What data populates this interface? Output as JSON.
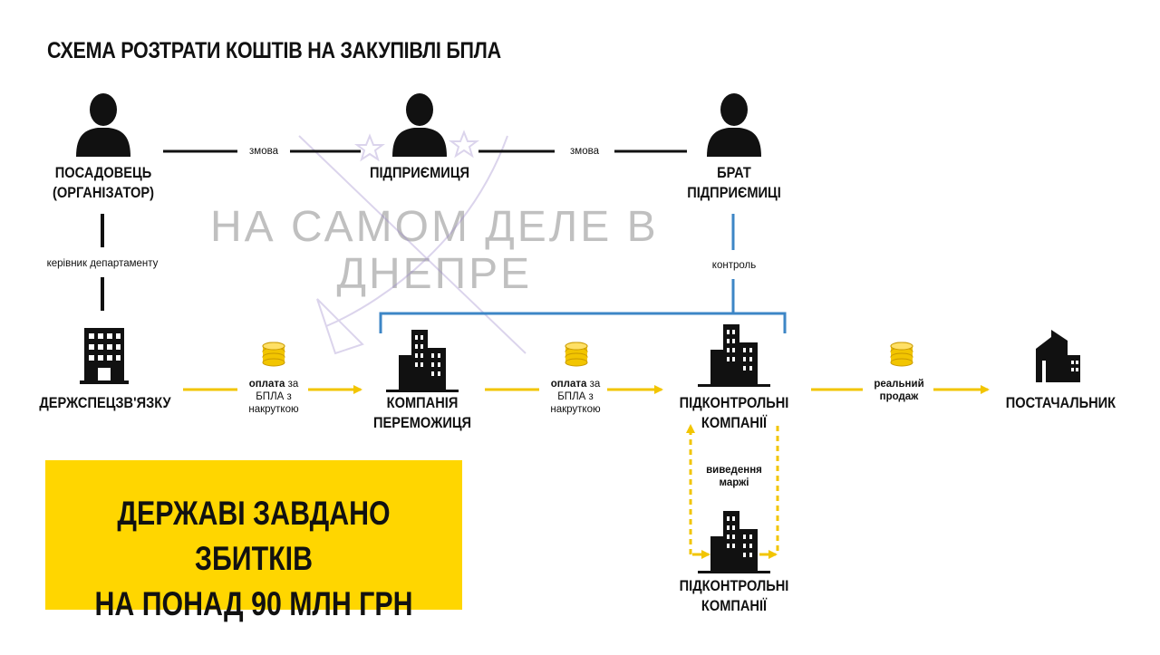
{
  "title": "СХЕМА РОЗТРАТИ КОШТІВ НА ЗАКУПІВЛІ  БПЛА",
  "watermark": {
    "line1": "НА САМОМ ДЕЛЕ В",
    "line2": "ДНЕПРЕ"
  },
  "nodes": {
    "official": {
      "line1": "ПОСАДОВЕЦЬ",
      "line2": "(ОРГАНІЗАТОР)"
    },
    "entrepreneur": {
      "line1": "ПІДПРИЄМИЦЯ"
    },
    "brother": {
      "line1": "БРАТ",
      "line2": "ПІДПРИЄМИЦІ"
    },
    "agency": {
      "line1": "ДЕРЖСПЕЦЗВ'ЯЗКУ"
    },
    "winner": {
      "line1": "КОМПАНІЯ",
      "line2": "ПЕРЕМОЖИЦЯ"
    },
    "controlled1": {
      "line1": "ПІДКОНТРОЛЬНІ",
      "line2": "КОМПАНІЇ"
    },
    "supplier": {
      "line1": "ПОСТАЧАЛЬНИК"
    },
    "controlled2": {
      "line1": "ПІДКОНТРОЛЬНІ",
      "line2": "КОМПАНІЇ"
    }
  },
  "edges": {
    "collusion1": "змова",
    "collusion2": "змова",
    "head": "керівник департаменту",
    "control": "контроль",
    "pay1": {
      "bold": "оплата",
      "rest1": " за",
      "line2": "БПЛА з",
      "line3": "накруткою"
    },
    "pay2": {
      "bold": "оплата",
      "rest1": " за",
      "line2": "БПЛА з",
      "line3": "накруткою"
    },
    "sale": {
      "line1": "реальний",
      "line2": "продаж"
    },
    "margin": {
      "line1": "виведення",
      "line2": "маржі"
    }
  },
  "banner": {
    "line1": "ДЕРЖАВІ ЗАВДАНО ЗБИТКІВ",
    "line2": "НА ПОНАД 90 МЛН ГРН"
  },
  "colors": {
    "accent": "#ffd600",
    "arrow": "#f2c500",
    "control": "#3d86c6",
    "link": "#111111"
  }
}
